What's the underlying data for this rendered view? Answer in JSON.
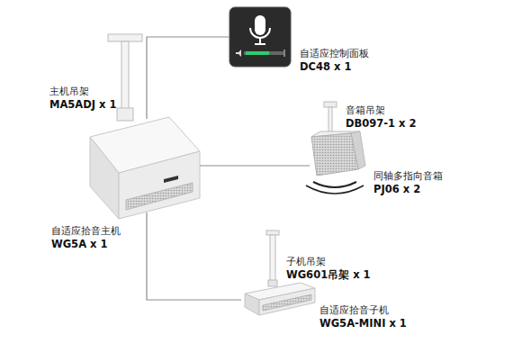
{
  "diagram": {
    "nodes": [
      {
        "text": [
          "主机吊架",
          "MA5ADJ x 1"
        ]
      },
      {
        "text": [
          "自适应拾音主机",
          "WG5A x 1"
        ]
      },
      {
        "text": [
          "自适应控制面板",
          "DC48 x 1"
        ]
      },
      {
        "text": [
          "音箱吊架",
          "DB097-1 x 2"
        ]
      },
      {
        "text": [
          "同轴多指向音箱",
          "PJ06 x 2"
        ]
      },
      {
        "text": [
          "子机吊架",
          "WG601吊架 x 1"
        ]
      },
      {
        "text": [
          "自适应拾音子机",
          "WG5A-MINI x 1"
        ]
      }
    ],
    "edges": [
      {
        "from": 1,
        "to": 2,
        "arrow": "none"
      },
      {
        "from": 1,
        "to": 4,
        "arrow": "none"
      },
      {
        "from": 1,
        "to": 6,
        "arrow": "none"
      }
    ]
  }
}
